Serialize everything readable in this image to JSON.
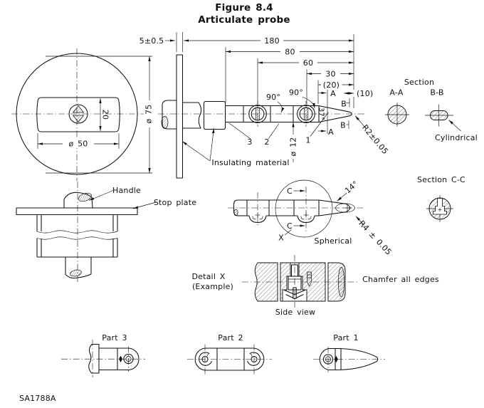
{
  "title": {
    "figure": "Figure 8.4",
    "subtitle": "Articulate probe"
  },
  "drawing_number": "SA1788A",
  "dimensions": {
    "plate_thickness": "5±0.5",
    "overall_length": "180",
    "length_80": "80",
    "length_60": "60",
    "length_30": "30",
    "length_20": "(20)",
    "length_10": "(10)",
    "joint_angle_1": "90°",
    "joint_angle_2": "90°",
    "cone_angle": "37°",
    "tip_radius": "R2±0.05",
    "shaft_diameter": "ø 12",
    "plate_diameter": "ø 75",
    "grip_width": "ø 50",
    "grip_height": "20",
    "tip_angle": "14°",
    "sphere_radius": "R4 ± 0.05"
  },
  "callouts": {
    "insulating_material": "Insulating material",
    "handle": "Handle",
    "stop_plate": "Stop plate",
    "part_ref_1": "1",
    "part_ref_2": "2",
    "part_ref_3": "3",
    "x_marker": "X",
    "spherical": "Spherical",
    "chamfer": "Chamfer all edges",
    "detail_x": "Detail X",
    "detail_x_note": "(Example)",
    "side_view": "Side view"
  },
  "sections": {
    "section_word": "Section",
    "aa": "A-A",
    "bb": "B-B",
    "cc_title": "Section C-C",
    "cylindrical": "Cylindrical",
    "cut_a": "A",
    "cut_b": "B",
    "cut_c": "C"
  },
  "parts": {
    "part1": "Part 1",
    "part2": "Part 2",
    "part3": "Part 3"
  }
}
